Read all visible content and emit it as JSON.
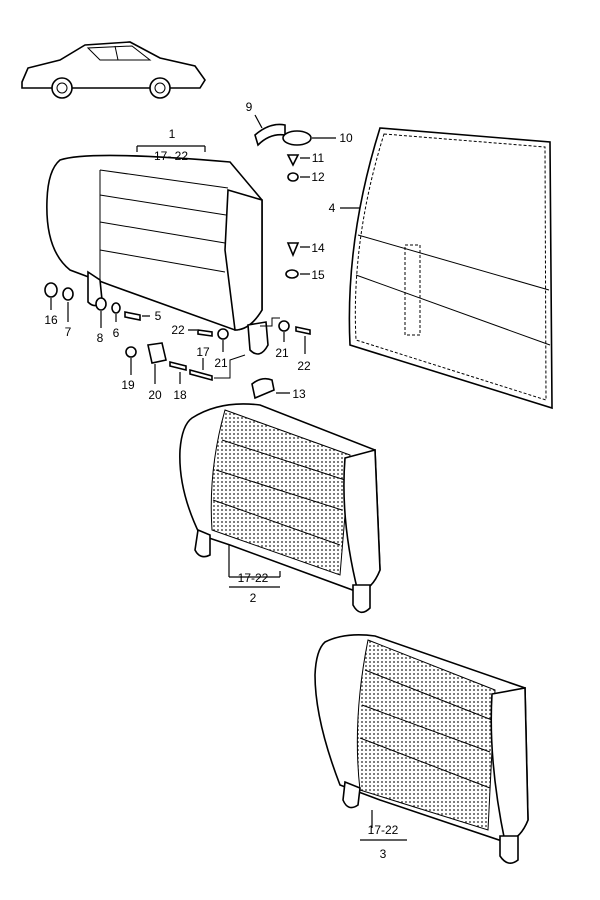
{
  "diagram": {
    "title_icon": "car-side-icon",
    "assemblies": [
      {
        "number": "1",
        "range": "17- 22"
      },
      {
        "number": "2",
        "range": "17-22"
      },
      {
        "number": "3",
        "range": "17-22"
      }
    ],
    "callouts": {
      "c4": "4",
      "c5": "5",
      "c6": "6",
      "c7": "7",
      "c8": "8",
      "c9": "9",
      "c10": "10",
      "c11": "11",
      "c12": "12",
      "c13": "13",
      "c14": "14",
      "c15": "15",
      "c16": "16",
      "c17": "17",
      "c18": "18",
      "c19": "19",
      "c20": "20",
      "c21a": "21",
      "c21b": "21",
      "c22a": "22",
      "c22b": "22"
    }
  }
}
